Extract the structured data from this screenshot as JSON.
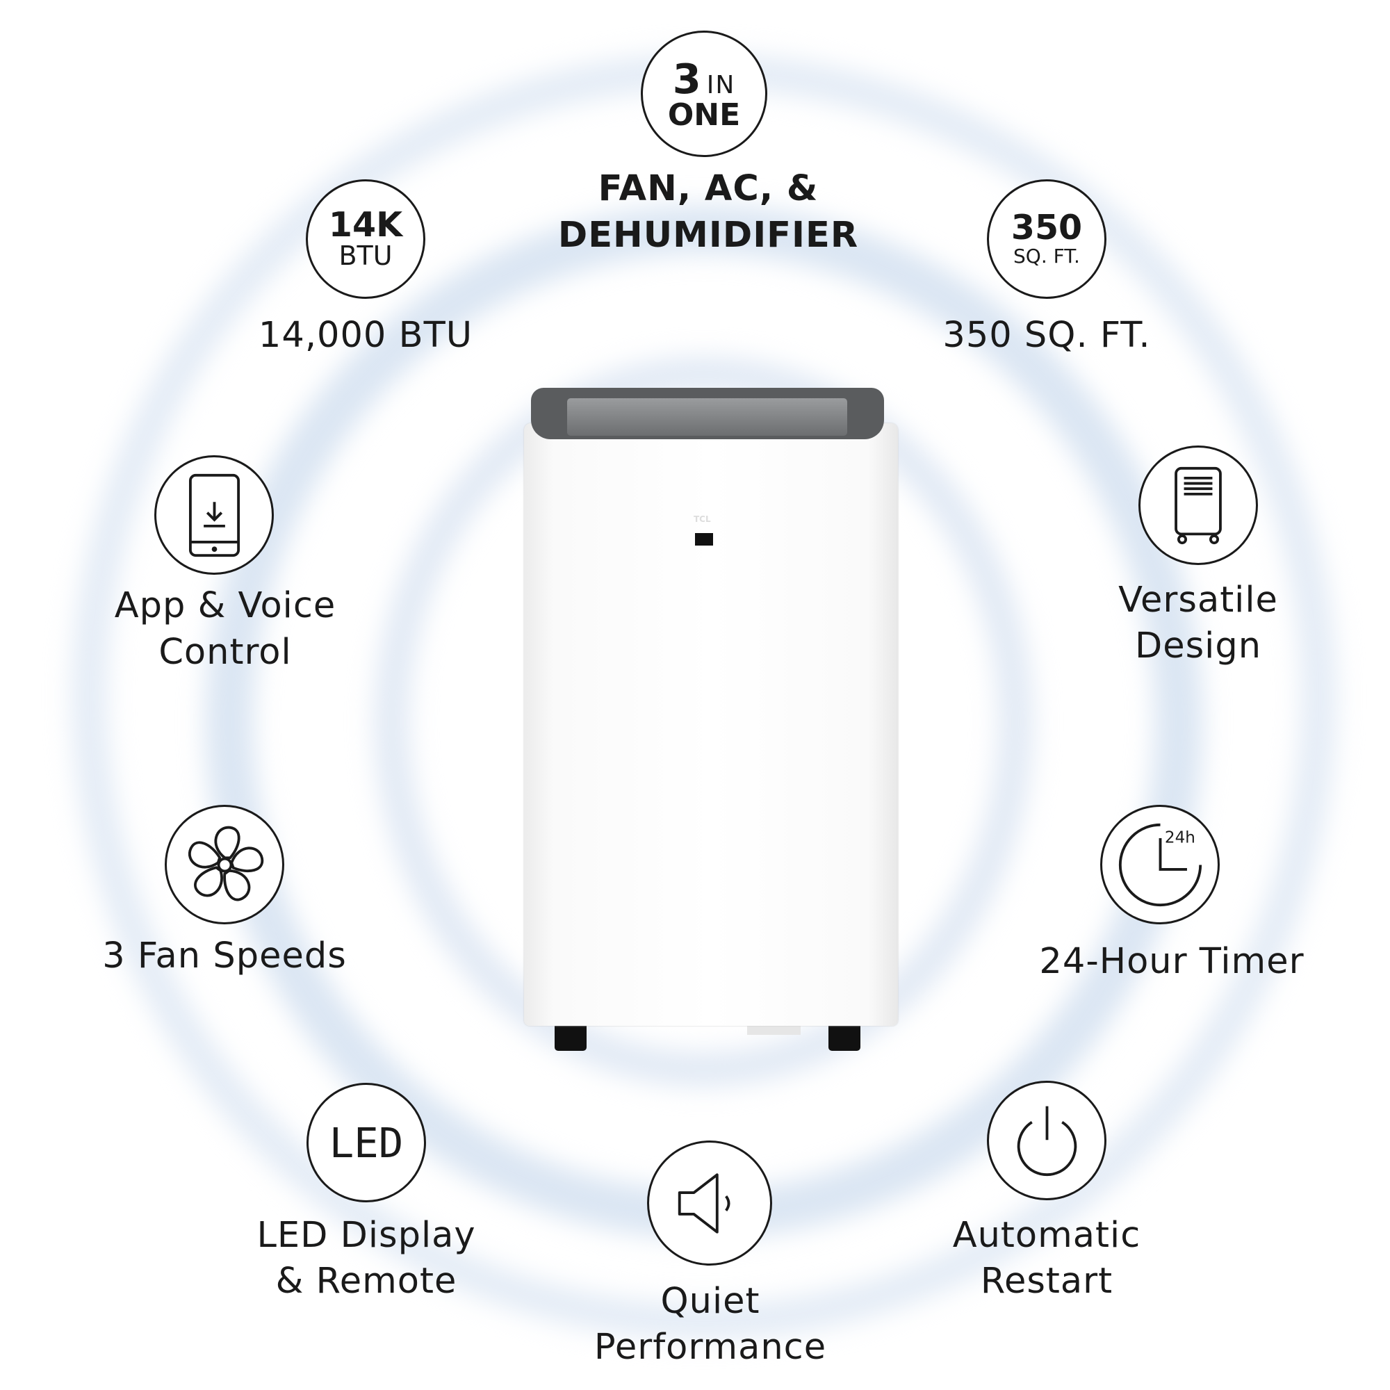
{
  "headline": {
    "badge_number": "3",
    "badge_in": "IN",
    "badge_one": "ONE",
    "line1": "FAN, AC, &",
    "line2": "DEHUMIDIFIER"
  },
  "features": [
    {
      "icon": "btu-badge-icon",
      "badge_top": "14K",
      "badge_bottom": "BTU",
      "label_lines": [
        "14,000 BTU"
      ]
    },
    {
      "icon": "area-badge-icon",
      "badge_top": "350",
      "badge_bottom": "SQ. FT.",
      "label_lines": [
        "350 SQ. FT."
      ]
    },
    {
      "icon": "smartphone-download-icon",
      "label_lines": [
        "App & Voice",
        "Control"
      ]
    },
    {
      "icon": "portable-unit-icon",
      "label_lines": [
        "Versatile",
        "Design"
      ]
    },
    {
      "icon": "fan-icon",
      "label_lines": [
        "3 Fan Speeds"
      ]
    },
    {
      "icon": "clock-24h-icon",
      "icon_text": "24h",
      "label_lines": [
        "24-Hour Timer"
      ]
    },
    {
      "icon": "led-icon",
      "icon_text": "LED",
      "label_lines": [
        "LED Display",
        "& Remote"
      ]
    },
    {
      "icon": "speaker-icon",
      "label_lines": [
        "Quiet",
        "Performance"
      ]
    },
    {
      "icon": "power-icon",
      "label_lines": [
        "Automatic",
        "Restart"
      ]
    }
  ],
  "product": {
    "brand": "TCL"
  },
  "colors": {
    "ring": "#dbe6f3",
    "text": "#1a1a1a",
    "unit_top": "#5a5c5e"
  }
}
